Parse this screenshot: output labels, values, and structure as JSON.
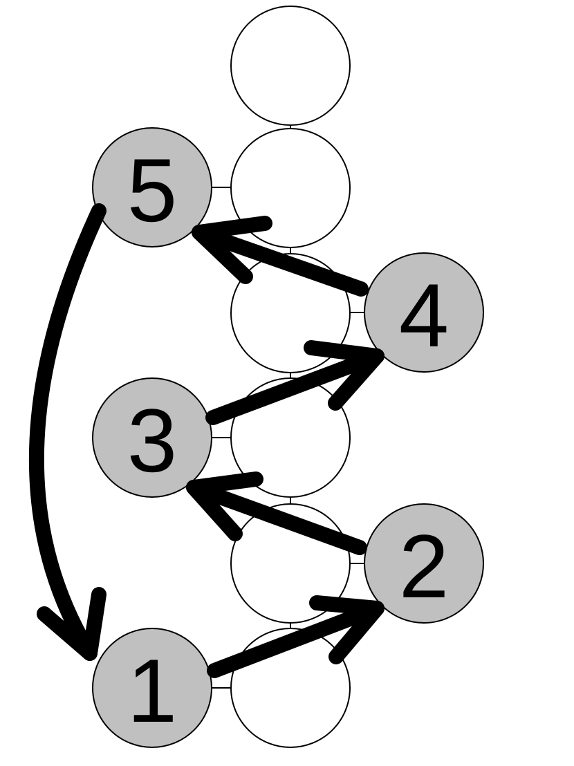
{
  "colors": {
    "spine_fill": "#ffffff",
    "step_fill": "#c0c0c0",
    "stroke": "#000000",
    "background": "#ffffff"
  },
  "spine": {
    "node_count": 6
  },
  "steps": [
    {
      "label": "1",
      "side": "left"
    },
    {
      "label": "2",
      "side": "right"
    },
    {
      "label": "3",
      "side": "left"
    },
    {
      "label": "4",
      "side": "right"
    },
    {
      "label": "5",
      "side": "left"
    }
  ],
  "arrows": [
    {
      "from": "1",
      "to": "2"
    },
    {
      "from": "2",
      "to": "3"
    },
    {
      "from": "3",
      "to": "4"
    },
    {
      "from": "4",
      "to": "5"
    },
    {
      "from": "5",
      "to": "1"
    }
  ]
}
